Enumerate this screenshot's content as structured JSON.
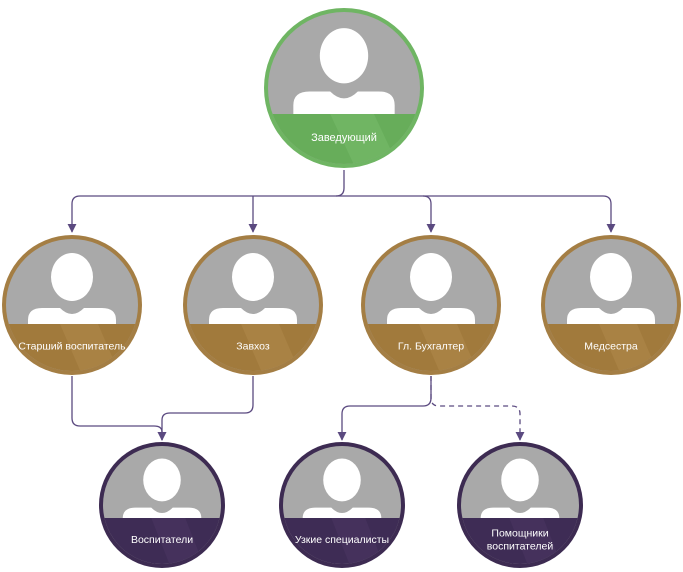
{
  "colors": {
    "connector": "#5b4a80",
    "placeholder_bg": "#a9a9a9",
    "silhouette": "#ffffff",
    "head": {
      "ring": "#6fb563",
      "band": "#67ad5a",
      "band_light": "#78bc6b"
    },
    "staff": {
      "ring": "#a47e44",
      "band": "#a17a3c",
      "band_light": "#b0894b"
    },
    "team": {
      "ring": "#3d2b52",
      "band": "#3e2c55",
      "band_light": "#4a3763"
    }
  },
  "nodes": {
    "head": {
      "label": "Заведующий",
      "tier": "head"
    },
    "senior_educator": {
      "label": "Старший воспитатель",
      "tier": "staff"
    },
    "supply_manager": {
      "label": "Завхоз",
      "tier": "staff"
    },
    "chief_accountant": {
      "label": "Гл. Бухгалтер",
      "tier": "staff"
    },
    "nurse": {
      "label": "Медсестра",
      "tier": "staff"
    },
    "educators": {
      "label": "Воспитатели",
      "tier": "team"
    },
    "specialists": {
      "label": "Узкие специалисты",
      "tier": "team"
    },
    "assistants": {
      "label_lines": [
        "Помощники",
        "воспитателей"
      ],
      "tier": "team"
    }
  },
  "connections": [
    {
      "from": "head",
      "to": "senior_educator",
      "style": "solid"
    },
    {
      "from": "head",
      "to": "supply_manager",
      "style": "solid"
    },
    {
      "from": "head",
      "to": "chief_accountant",
      "style": "solid"
    },
    {
      "from": "head",
      "to": "nurse",
      "style": "solid"
    },
    {
      "from": "senior_educator",
      "to": "educators",
      "style": "solid"
    },
    {
      "from": "supply_manager",
      "to": "educators",
      "style": "solid"
    },
    {
      "from": "chief_accountant",
      "to": "specialists",
      "style": "solid"
    },
    {
      "from": "chief_accountant",
      "to": "assistants",
      "style": "dashed"
    }
  ]
}
